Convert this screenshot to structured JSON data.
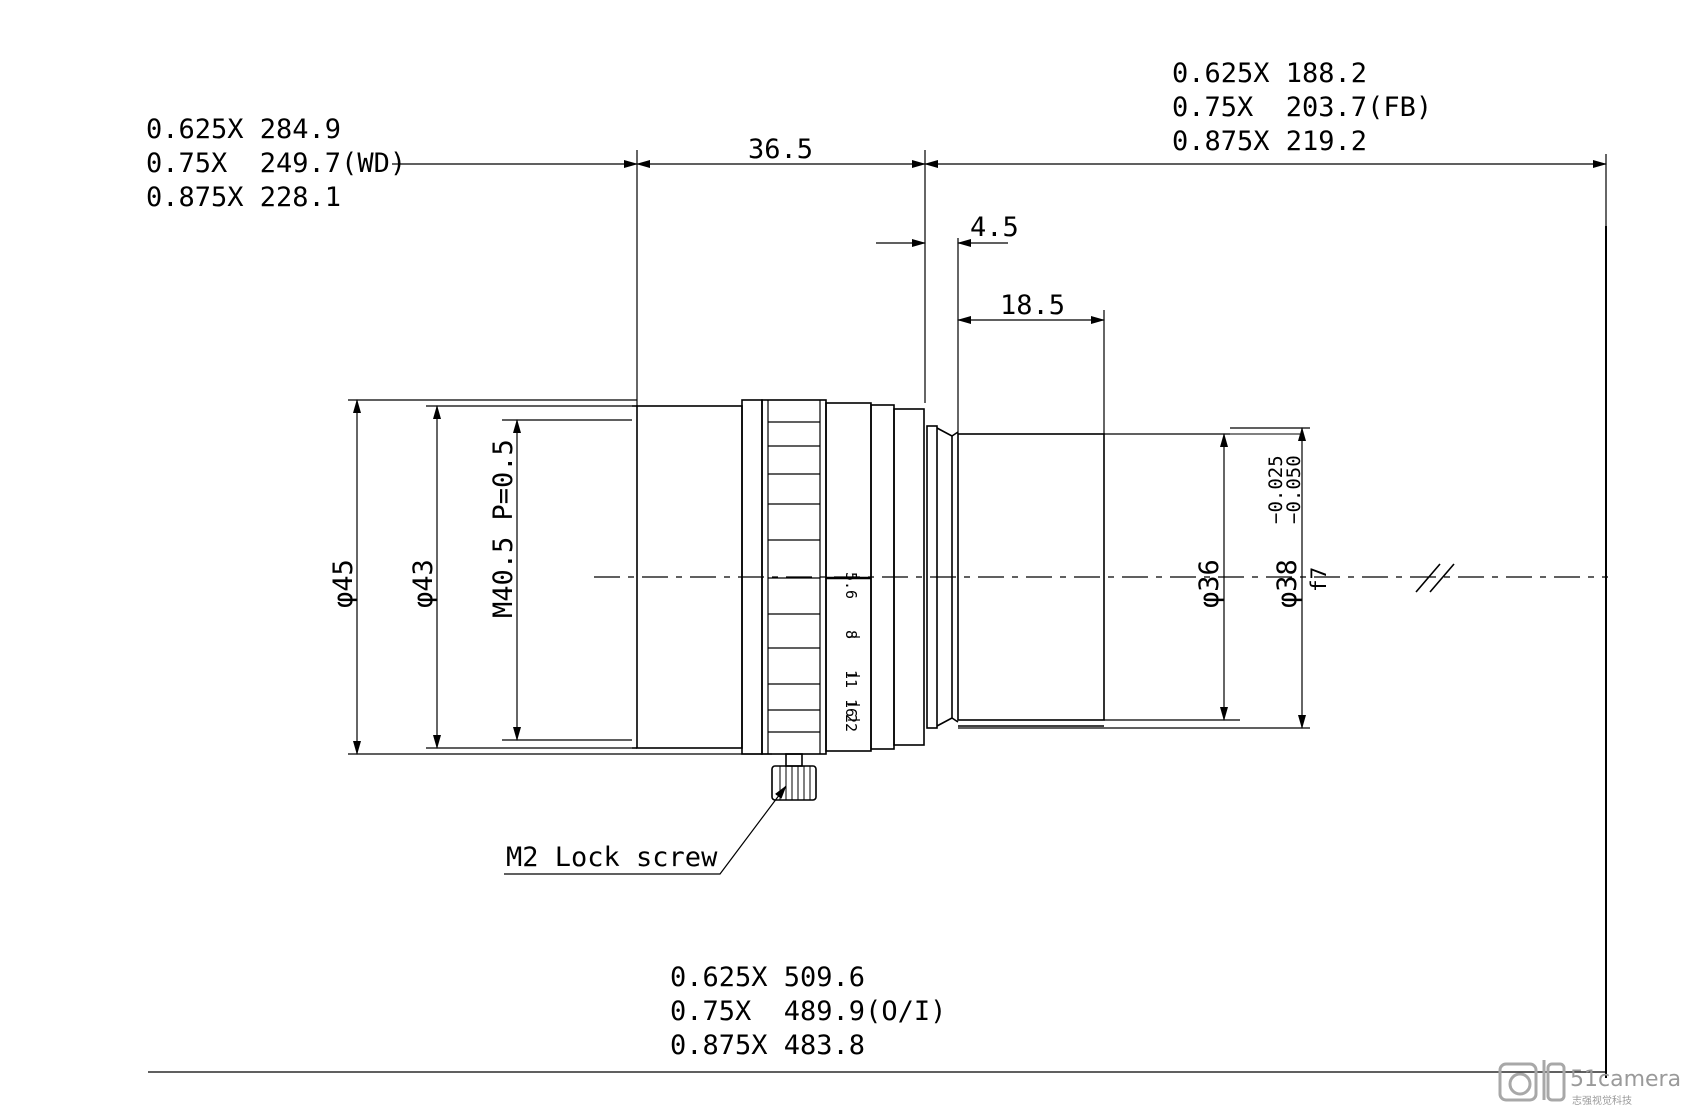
{
  "working_distance": {
    "line1": "0.625X 284.9",
    "line2": "0.75X  249.7(WD)",
    "line3": "0.875X 228.1"
  },
  "flange_back": {
    "line1": "0.625X 188.2",
    "line2": "0.75X  203.7(FB)",
    "line3": "0.875X 219.2"
  },
  "object_to_image": {
    "line1": "0.625X 509.6",
    "line2": "0.75X  489.9(O/I)",
    "line3": "0.875X 483.8"
  },
  "dimensions": {
    "front_length": "36.5",
    "flange_gap": "4.5",
    "mount_length": "18.5",
    "dia_45": "φ45",
    "dia_43": "φ43",
    "thread": "M40.5 P=0.5",
    "dia_36": "φ36",
    "dia_38": "φ38",
    "tol_upper": "−0.025",
    "tol_lower": "−0.050",
    "fit": "f7"
  },
  "aperture_scale": [
    "5.6",
    "8",
    "11",
    "16",
    "22"
  ],
  "callout": "M2 Lock screw",
  "watermark": {
    "brand": "51camera",
    "subtitle": "志强视觉科技"
  }
}
